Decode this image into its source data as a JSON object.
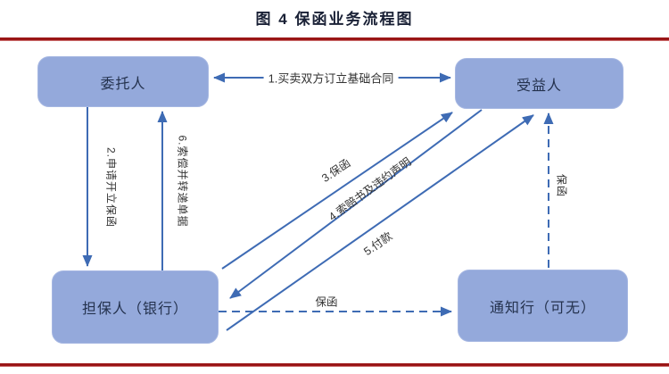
{
  "title": "图 4 保函业务流程图",
  "palette": {
    "rule_red": "#9a1516",
    "node_fill": "#94a9db",
    "node_text": "#24324e",
    "arrow_blue": "#3e6bb4",
    "label_text": "#333333",
    "background": "#ffffff"
  },
  "nodes": {
    "principal": {
      "label": "委托人"
    },
    "beneficiary": {
      "label": "受益人"
    },
    "guarantor": {
      "label": "担保人（银行）"
    },
    "advising_bank": {
      "label": "通知行（可无）"
    }
  },
  "flows": {
    "basic_contract": {
      "label": "1.买卖双方订立基础合同",
      "from": "委托人",
      "to": "受益人",
      "direction": "bidirectional",
      "line": "solid"
    },
    "apply_guarantee": {
      "label": "2.申请开立保函",
      "from": "委托人",
      "to": "担保人（银行）",
      "direction": "one-way",
      "line": "solid"
    },
    "issue_guarantee": {
      "label": "3.保函",
      "from": "担保人（银行）",
      "to": "受益人",
      "direction": "one-way",
      "line": "solid"
    },
    "claim_statement": {
      "label": "4.索赔书及违约声明",
      "from": "受益人",
      "to": "担保人（银行）",
      "direction": "one-way",
      "line": "solid"
    },
    "payment": {
      "label": "5.付款",
      "from": "担保人（银行）",
      "to": "受益人",
      "direction": "one-way",
      "line": "solid"
    },
    "claim_forward": {
      "label": "6.索偿并转递单据",
      "from": "担保人（银行）",
      "to": "委托人",
      "direction": "one-way",
      "line": "solid"
    },
    "guarantee_to_advising": {
      "label": "保函",
      "from": "担保人（银行）",
      "to": "通知行（可无）",
      "direction": "one-way",
      "line": "dashed"
    },
    "guarantee_advised": {
      "label": "保函",
      "from": "通知行（可无）",
      "to": "受益人",
      "direction": "one-way",
      "line": "dashed"
    }
  }
}
